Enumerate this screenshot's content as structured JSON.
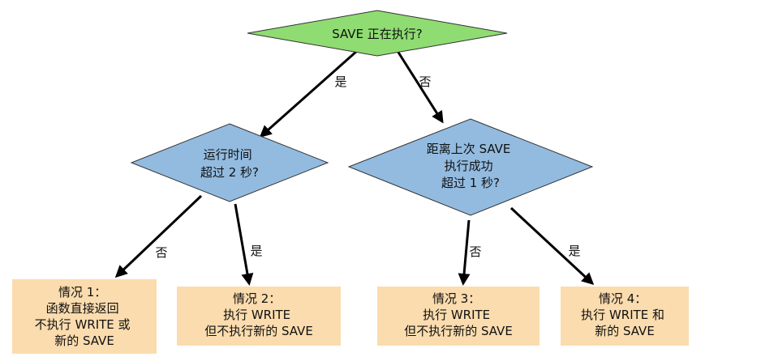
{
  "colors": {
    "root_fill": "#8fdc72",
    "decision_fill": "#93bbe0",
    "case_fill": "#fbdcae",
    "stroke": "#333333",
    "arrow": "#000000"
  },
  "nodes": {
    "root": {
      "lines": [
        "SAVE 正在执行?"
      ]
    },
    "left_decision": {
      "lines": [
        "运行时间",
        "超过 2 秒?"
      ]
    },
    "right_decision": {
      "lines": [
        "距离上次 SAVE",
        "执行成功",
        "超过 1 秒?"
      ]
    },
    "case1": {
      "lines": [
        "情况 1：",
        "函数直接返回",
        "不执行 WRITE 或",
        "新的 SAVE"
      ]
    },
    "case2": {
      "lines": [
        "情况 2：",
        "执行 WRITE",
        "但不执行新的 SAVE"
      ]
    },
    "case3": {
      "lines": [
        "情况 3：",
        "执行 WRITE",
        "但不执行新的 SAVE"
      ]
    },
    "case4": {
      "lines": [
        "情况 4：",
        "执行 WRITE 和",
        "新的 SAVE"
      ]
    }
  },
  "edges": {
    "root_yes": "是",
    "root_no": "否",
    "left_no": "否",
    "left_yes": "是",
    "right_no": "否",
    "right_yes": "是"
  }
}
